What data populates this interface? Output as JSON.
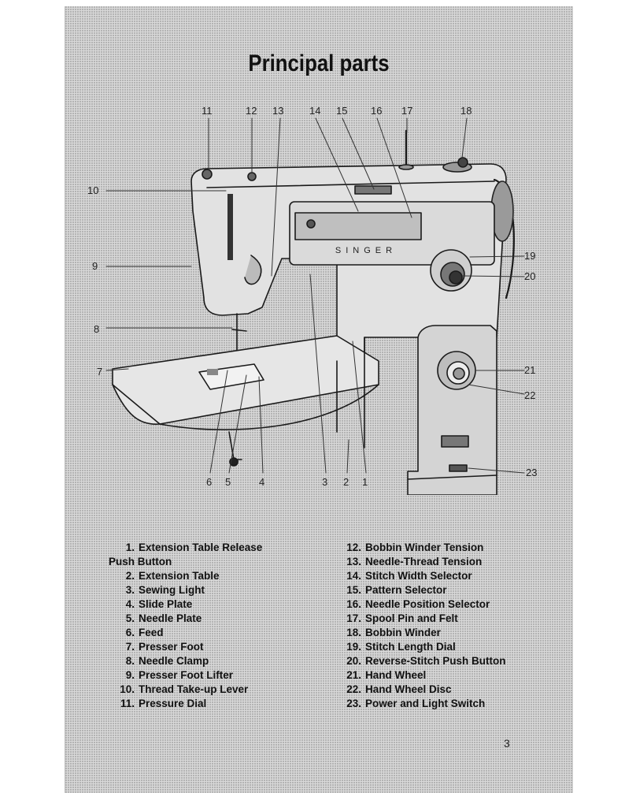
{
  "title": "Principal parts",
  "page_number": "3",
  "machine_brand": "SINGER",
  "callouts": [
    "1",
    "2",
    "3",
    "4",
    "5",
    "6",
    "7",
    "8",
    "9",
    "10",
    "11",
    "12",
    "13",
    "14",
    "15",
    "16",
    "17",
    "18",
    "19",
    "20",
    "21",
    "22",
    "23"
  ],
  "parts": [
    {
      "num": "1.",
      "label": "Extension Table Release",
      "label2": "Push Button"
    },
    {
      "num": "2.",
      "label": "Extension Table"
    },
    {
      "num": "3.",
      "label": "Sewing Light"
    },
    {
      "num": "4.",
      "label": "Slide Plate"
    },
    {
      "num": "5.",
      "label": "Needle Plate"
    },
    {
      "num": "6.",
      "label": "Feed"
    },
    {
      "num": "7.",
      "label": "Presser Foot"
    },
    {
      "num": "8.",
      "label": "Needle Clamp"
    },
    {
      "num": "9.",
      "label": "Presser Foot Lifter"
    },
    {
      "num": "10.",
      "label": "Thread Take-up Lever"
    },
    {
      "num": "11.",
      "label": "Pressure Dial"
    },
    {
      "num": "12.",
      "label": "Bobbin Winder Tension"
    },
    {
      "num": "13.",
      "label": "Needle-Thread Tension"
    },
    {
      "num": "14.",
      "label": "Stitch Width Selector"
    },
    {
      "num": "15.",
      "label": "Pattern Selector"
    },
    {
      "num": "16.",
      "label": "Needle Position Selector"
    },
    {
      "num": "17.",
      "label": "Spool Pin and Felt"
    },
    {
      "num": "18.",
      "label": "Bobbin Winder"
    },
    {
      "num": "19.",
      "label": "Stitch Length Dial"
    },
    {
      "num": "20.",
      "label": "Reverse-Stitch Push Button"
    },
    {
      "num": "21.",
      "label": "Hand Wheel"
    },
    {
      "num": "22.",
      "label": "Hand Wheel Disc"
    },
    {
      "num": "23.",
      "label": "Power and Light Switch"
    }
  ]
}
